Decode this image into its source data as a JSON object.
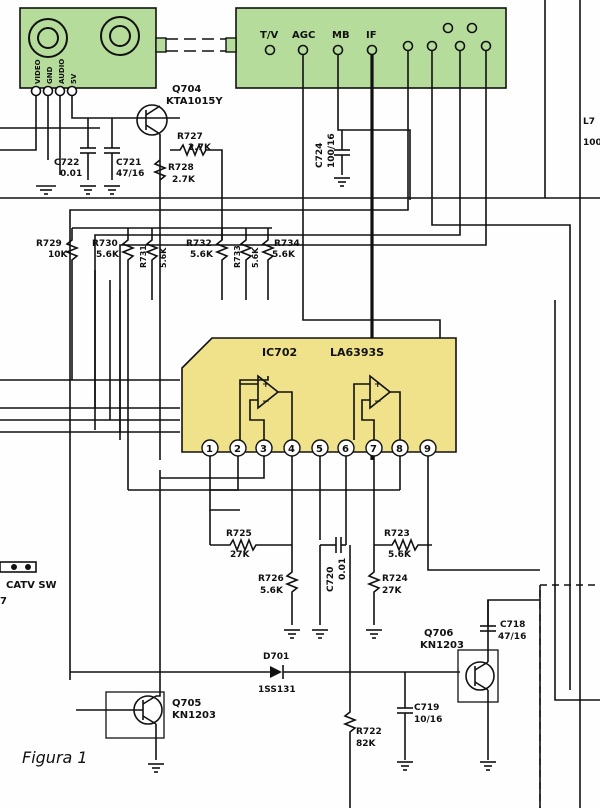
{
  "figure_label": "Figura 1",
  "colors": {
    "board_fill": "#b6dc9c",
    "ic_fill": "#f0e28a",
    "line": "#111111",
    "background": "#fefefe"
  },
  "connector_left": {
    "pins": [
      "VIDEO",
      "GND",
      "AUDIO",
      "5V"
    ]
  },
  "connector_right": {
    "pins": [
      "T/V",
      "AGC",
      "MB",
      "IF"
    ]
  },
  "ic": {
    "ref": "IC702",
    "part": "LA6393S",
    "pins": [
      "1",
      "2",
      "3",
      "4",
      "5",
      "6",
      "7",
      "8",
      "9"
    ]
  },
  "transistors": {
    "q704": {
      "ref": "Q704",
      "part": "KTA1015Y"
    },
    "q705": {
      "ref": "Q705",
      "part": "KN1203"
    },
    "q706": {
      "ref": "Q706",
      "part": "KN1203"
    }
  },
  "resistors": {
    "r727": {
      "ref": "R727",
      "value": "2.7K"
    },
    "r728": {
      "ref": "R728",
      "value": "2.7K"
    },
    "r729": {
      "ref": "R729",
      "value": "10K"
    },
    "r730": {
      "ref": "R730",
      "value": "5.6K"
    },
    "r731": {
      "ref": "R731",
      "value": "5.6K"
    },
    "r732": {
      "ref": "R732",
      "value": "5.6K"
    },
    "r733": {
      "ref": "R733",
      "value": "5.6K"
    },
    "r734": {
      "ref": "R734",
      "value": "5.6K"
    },
    "r725": {
      "ref": "R725",
      "value": "27K"
    },
    "r726": {
      "ref": "R726",
      "value": "5.6K"
    },
    "r723": {
      "ref": "R723",
      "value": "5.6K"
    },
    "r724": {
      "ref": "R724",
      "value": "27K"
    },
    "r722": {
      "ref": "R722",
      "value": "82K"
    }
  },
  "capacitors": {
    "c722": {
      "ref": "C722",
      "value": "0.01"
    },
    "c721": {
      "ref": "C721",
      "value": "47/16"
    },
    "c724": {
      "ref": "C724",
      "value": "100/16"
    },
    "c720": {
      "ref": "C720",
      "value": "0.01"
    },
    "c718": {
      "ref": "C718",
      "value": "47/16"
    },
    "c719": {
      "ref": "C719",
      "value": "10/16"
    }
  },
  "diode": {
    "ref": "D701",
    "part": "1SS131"
  },
  "switch_label": "CATV SW",
  "edge_labels": {
    "top_right_ref": "L7",
    "top_right_value": "100",
    "left_edge": "7"
  }
}
